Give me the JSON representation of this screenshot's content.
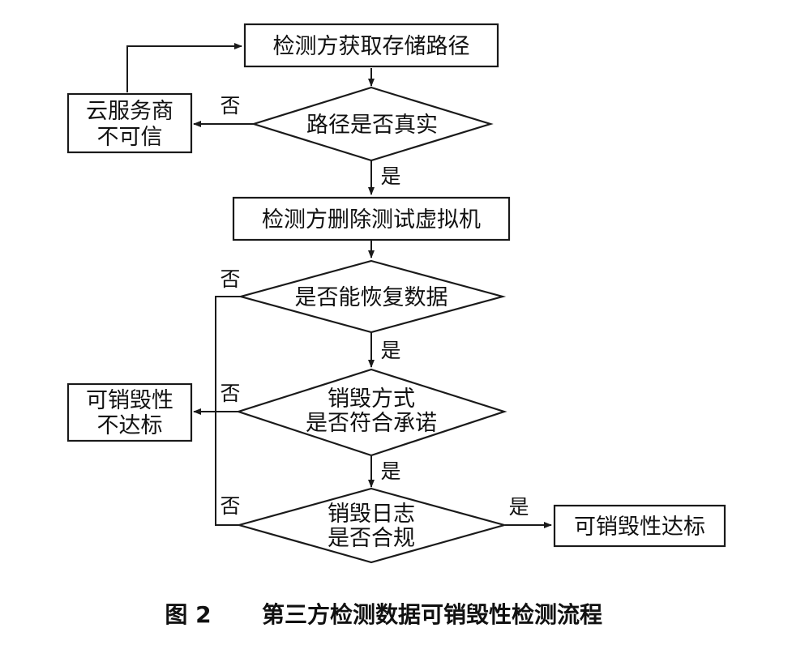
{
  "nodes": {
    "get_path": "检测方获取存储路径",
    "path_real": "路径是否真实",
    "untrusted": [
      "云服务商",
      "不可信"
    ],
    "delete_vm": "检测方删除测试虚拟机",
    "recover": "是否能恢复数据",
    "method_ok": [
      "销毁方式",
      "是否符合承诺"
    ],
    "not_met": [
      "可销毁性",
      "不达标"
    ],
    "log_ok": [
      "销毁日志",
      "是否合规"
    ],
    "met": "可销毁性达标"
  },
  "edges": {
    "yes": "是",
    "no": "否"
  },
  "caption": {
    "number": "图 2",
    "title": "第三方检测数据可销毁性检测流程"
  }
}
